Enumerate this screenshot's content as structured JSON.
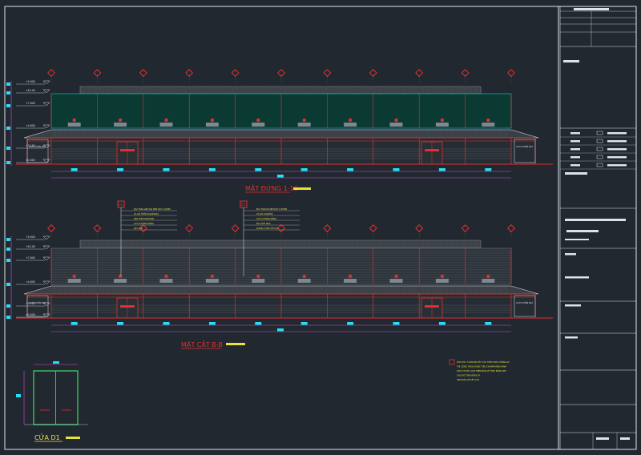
{
  "drawing": {
    "elevation_title": "MẶT ĐỨNG 1-16",
    "section_title": "MẶT CẮT B-B",
    "door_title": "CỬA D1",
    "level_labels_top": [
      "+9.900",
      "+8.100",
      "+7.600",
      "+4.800",
      "+3.100",
      "±0.000"
    ],
    "level_labels_section": [
      "+9.900",
      "+8.100",
      "+7.600",
      "+4.800",
      "+3.100",
      "±0.000"
    ],
    "side_note_left": "LƯỚI CHẮN BẠT",
    "side_note_right": "LƯỚI CHẮN BẠT",
    "callout_a_tag": "01",
    "callout_b_tag": "02",
    "callout_a_lines": [
      "MÁI TÔN LẠNH MẠ KẼM DÀY 0.42MM",
      "XÀ GỒ THÉP C100X50X2",
      "KÈO THÉP HỘP ĐEN",
      "LƯỚI CHỐNG NẮNG",
      "BẠT CHE"
    ],
    "callout_b_lines": [
      "MÁI TÔN MẠ KẼM DÀY 0.45MM",
      "XÀ GỒ C100X50",
      "LƯỚI CHỐNG NẮNG",
      "BẠT CHE MƯA",
      "KHUNG THÉP TỔ HỢP"
    ],
    "notes": [
      "GHI CHÚ: TOÀN BỘ KẾT CẤU THÉP SƠN CHỐNG GỈ",
      "THI CÔNG THEO ĐÚNG TIÊU CHUẨN HIỆN HÀNH",
      "KÍCH THƯỚC GHI TRÊN BẢN VẼ TÍNH BẰNG MM",
      "CAO ĐỘ TÍNH BẰNG M",
      "XEM BẢN VẼ KẾT CẤU"
    ]
  },
  "colors": {
    "background": "#212830",
    "frame": "#dde3ea",
    "red": "#e03030",
    "cyan": "#25e0f5",
    "yellow": "#e8e23a",
    "magenta": "#d94ad9",
    "green": "#3fc060",
    "dark_green": "#0b3a33",
    "gray": "#8a8f98"
  }
}
